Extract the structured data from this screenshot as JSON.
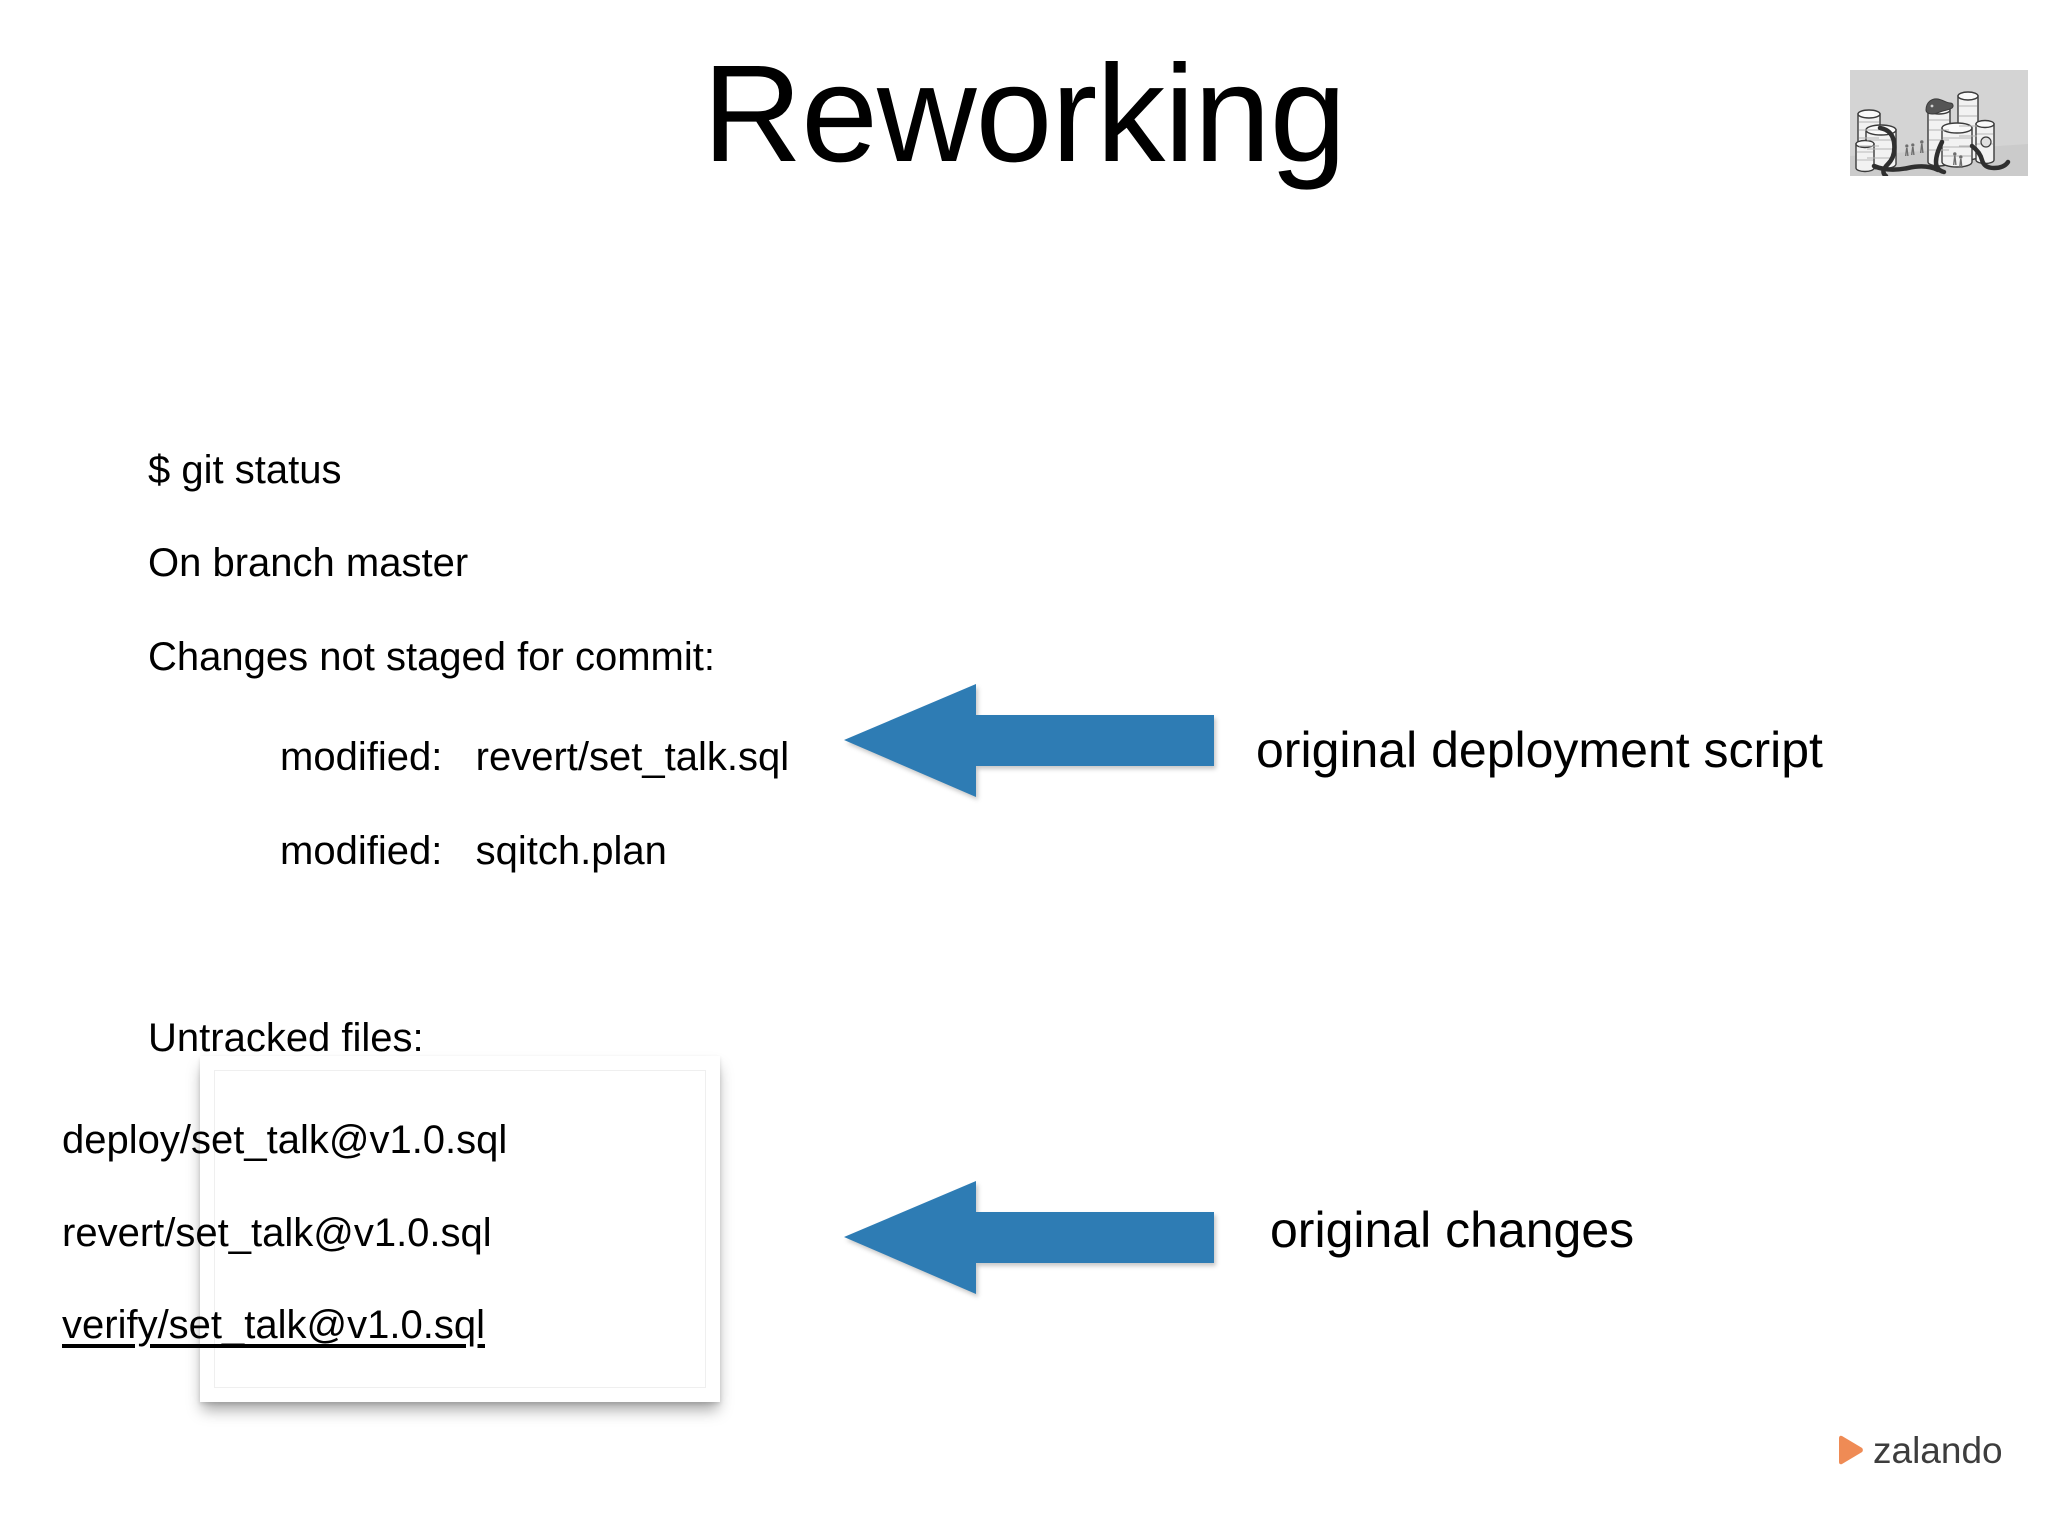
{
  "slide": {
    "title": "Reworking",
    "background_color": "#ffffff",
    "text_color": "#000000"
  },
  "header_illustration": {
    "name": "industrial-tanks-illustration",
    "description": "grayscale cartoon of storage tanks, pipes and small figures",
    "background_color": "#d4d4d4"
  },
  "terminal": {
    "prompt_line": "$ git status",
    "branch_line": "On branch master",
    "changes_header": "Changes not staged for commit:",
    "changes": [
      "modified:   revert/set_talk.sql",
      "modified:   sqitch.plan"
    ],
    "untracked_header": "Untracked files:",
    "untracked": [
      "deploy/set_talk@v1.0.sql",
      "revert/set_talk@v1.0.sql",
      "verify/set_talk@v1.0.sql"
    ]
  },
  "annotations": {
    "arrow_color": "#2e7cb4",
    "items": [
      {
        "label": "original deployment script",
        "arrow": "left-arrow-icon"
      },
      {
        "label": "original changes",
        "arrow": "left-arrow-icon"
      }
    ]
  },
  "branding": {
    "wordmark": "zalando",
    "mark_color": "#ef8b55",
    "wordmark_color": "#3d3d3d"
  }
}
